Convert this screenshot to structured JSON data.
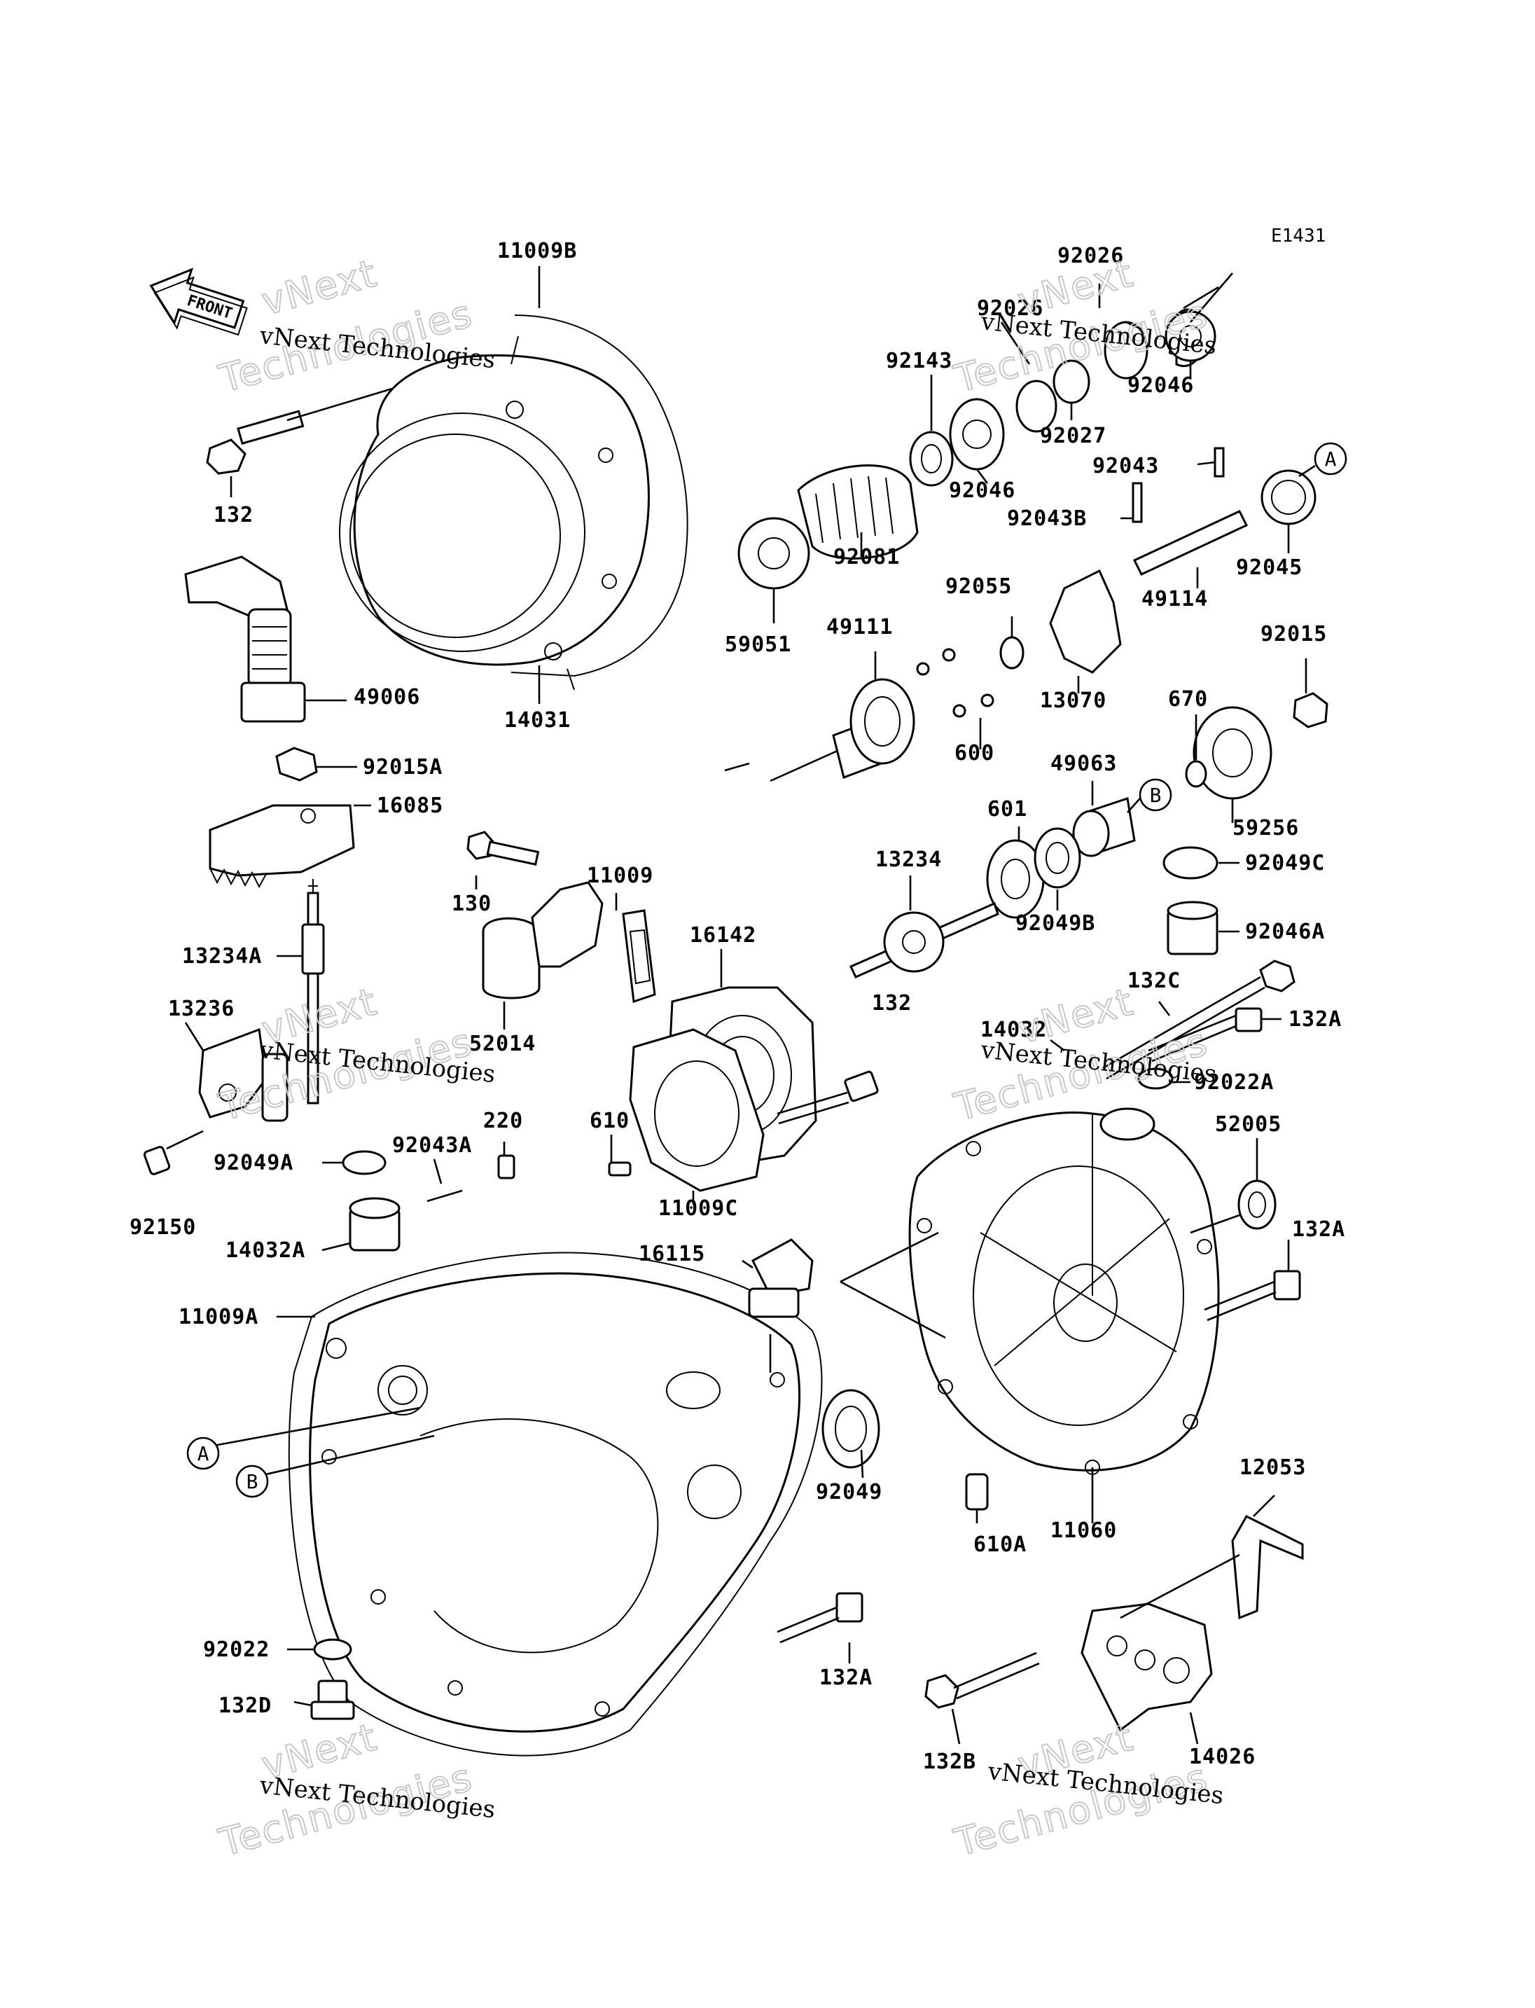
{
  "diagram_code": "E1431",
  "front_arrow_label": "FRONT",
  "reference_markers": {
    "A": "A",
    "B": "B"
  },
  "watermark": {
    "line1": "vNext Technologies",
    "line2": "vNext",
    "line3": "Technologies"
  },
  "part_labels": {
    "p11009B": "11009B",
    "p132_top": "132",
    "p49006": "49006",
    "p14031": "14031",
    "p92015A": "92015A",
    "p16085": "16085",
    "p130": "130",
    "p11009": "11009",
    "p16142": "16142",
    "p52014": "52014",
    "p13234A": "13234A",
    "p13236": "13236",
    "p92150": "92150",
    "p92049A": "92049A",
    "p92043A": "92043A",
    "p220": "220",
    "p610": "610",
    "p11009C": "11009C",
    "p14032A": "14032A",
    "p11009A": "11009A",
    "p16115": "16115",
    "p92049": "92049",
    "p92022": "92022",
    "p132D": "132D",
    "p132A_bottom": "132A",
    "p92026_top": "92026",
    "p92026": "92026",
    "p92143": "92143",
    "p92046_top": "92046",
    "p92027": "92027",
    "p92046": "92046",
    "p92043": "92043",
    "p92043B": "92043B",
    "p92081": "92081",
    "p59051": "59051",
    "p49114": "49114",
    "p92045": "92045",
    "p92055": "92055",
    "p49111": "49111",
    "p13070": "13070",
    "p600": "600",
    "p92015": "92015",
    "p670": "670",
    "p49063": "49063",
    "p601": "601",
    "p59256": "59256",
    "p13234": "13234",
    "p92049C": "92049C",
    "p92049B": "92049B",
    "p92046A": "92046A",
    "p132C": "132C",
    "p132_mid": "132",
    "p132A_1": "132A",
    "p14032": "14032",
    "p92022A": "92022A",
    "p52005": "52005",
    "p132A_2": "132A",
    "p610A": "610A",
    "p11060": "11060",
    "p12053": "12053",
    "p132B": "132B",
    "p14026": "14026"
  }
}
